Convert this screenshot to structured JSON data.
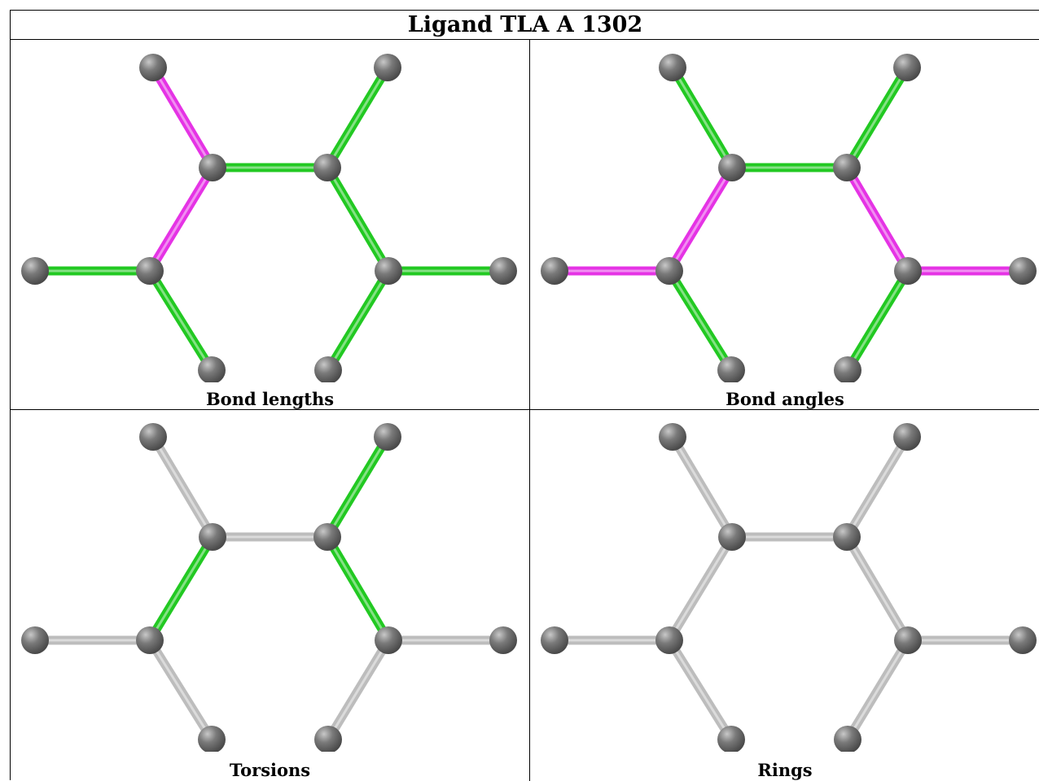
{
  "title": "Ligand TLA A 1302",
  "colors": {
    "green": "#22c922",
    "magenta": "#e533e5",
    "gray": "#bdbdbd",
    "atom": "#6e6e6e"
  },
  "panels": [
    {
      "caption": "Bond lengths",
      "bonds": [
        "magenta",
        "green",
        "green",
        "magenta",
        "green",
        "green",
        "green",
        "green",
        "green"
      ]
    },
    {
      "caption": "Bond angles",
      "bonds": [
        "green",
        "green",
        "magenta",
        "magenta",
        "green",
        "magenta",
        "green",
        "magenta",
        "green"
      ]
    },
    {
      "caption": "Torsions",
      "bonds": [
        "gray",
        "gray",
        "green",
        "green",
        "green",
        "gray",
        "gray",
        "gray",
        "gray"
      ]
    },
    {
      "caption": "Rings",
      "bonds": [
        "gray",
        "gray",
        "gray",
        "gray",
        "gray",
        "gray",
        "gray",
        "gray",
        "gray"
      ]
    }
  ]
}
